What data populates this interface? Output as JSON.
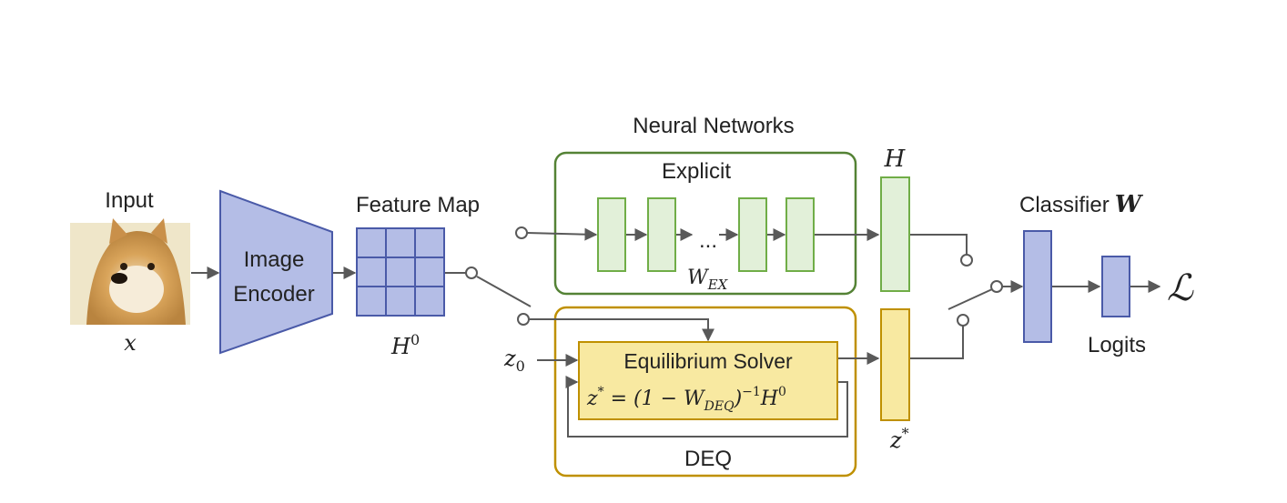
{
  "labels": {
    "input": "Input",
    "input_var": "x",
    "encoder_line1": "Image",
    "encoder_line2": "Encoder",
    "feature_map": "Feature Map",
    "h0_base": "H",
    "h0_sup": "0",
    "neural_networks": "Neural Networks",
    "explicit": "Explicit",
    "dots": "...",
    "w_ex_base": "W",
    "w_ex_sub": "EX",
    "h": "H",
    "deq": "DEQ",
    "z0_base": "z",
    "z0_sub": "0",
    "solver_title": "Equilibrium Solver",
    "solver_eq_z": "z",
    "solver_eq_star": "*",
    "solver_eq_mid": " = (1 − W",
    "solver_eq_sub": "DEQ",
    "solver_eq_paren": ")",
    "solver_eq_inv": "−1",
    "solver_eq_h": "H",
    "solver_eq_h_sup": "0",
    "zstar_base": "z",
    "zstar_sup": "*",
    "classifier": "Classifier",
    "classifier_w": "W",
    "logits": "Logits",
    "loss": "ℒ"
  },
  "colors": {
    "blue_fill": "#b4bde6",
    "blue_stroke": "#4a5aa8",
    "green_fill": "#e2f0d9",
    "green_stroke": "#70ad47",
    "green_box": "#548235",
    "yellow_fill": "#f8e9a1",
    "yellow_stroke": "#bf9000",
    "arrow": "#595959"
  },
  "icons": {
    "input_image": "dog-photo-icon"
  }
}
